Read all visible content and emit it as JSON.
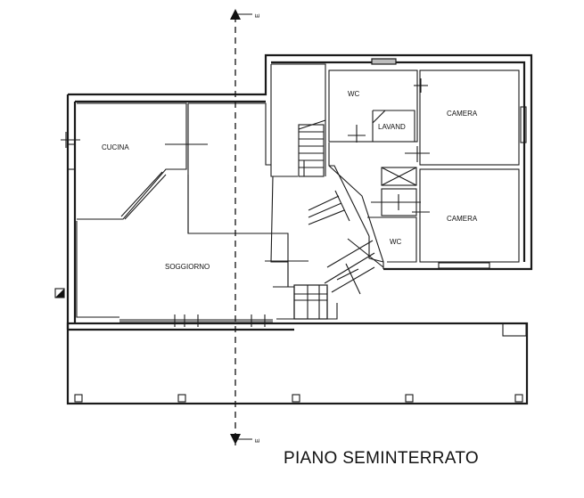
{
  "floor_title": "PIANO SEMINTERRATO",
  "rooms": {
    "cucina": "CUCINA",
    "soggiorno": "SOGGIORNO",
    "wc_upper": "WC",
    "lavand": "LAVAND",
    "camera_upper": "CAMERA",
    "camera_lower": "CAMERA",
    "wc_lower": "WC"
  },
  "section_marks": {
    "top": "E",
    "bottom": "E"
  }
}
